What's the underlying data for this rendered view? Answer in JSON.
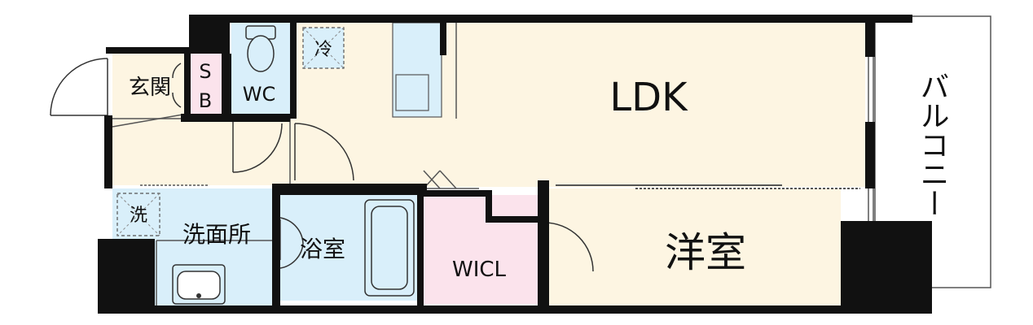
{
  "rooms": {
    "ldk": "LDK",
    "western_room": "洋室",
    "balcony": "バルコニー",
    "entrance": "玄関",
    "shoe_box_top": "S",
    "shoe_box_bottom": "B",
    "toilet": "WC",
    "washroom": "洗面所",
    "bathroom": "浴室",
    "closet": "WICL"
  },
  "symbols": {
    "refrigerator": "冷",
    "washing_machine": "洗"
  },
  "colors": {
    "ldk_floor": "#fdf5e2",
    "wet_area": "#d9effa",
    "shoe_box": "#fbe3ec",
    "closet": "#fbe3ec",
    "wall": "#111111",
    "outline": "#555555"
  }
}
